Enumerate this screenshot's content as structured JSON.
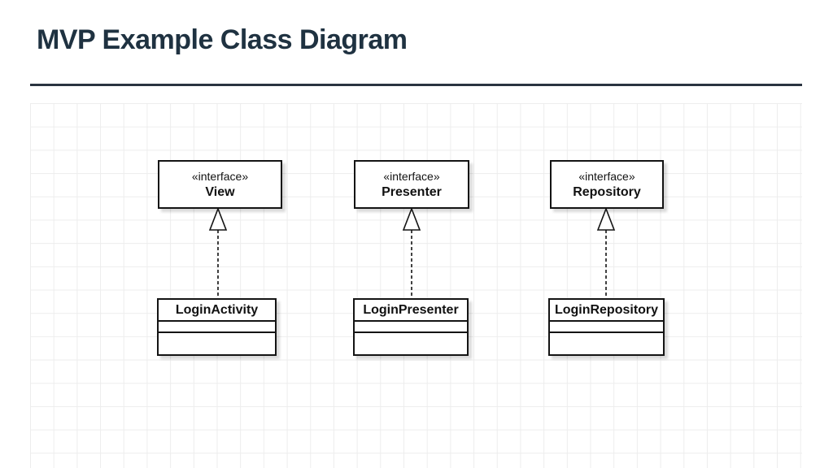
{
  "page": {
    "title": "MVP Example Class Diagram"
  },
  "colors": {
    "title_text": "#1f3241",
    "divider": "#2a3440",
    "grid_line": "#ededed",
    "node_border": "#141414",
    "node_fill": "#ffffff",
    "page_background": "#ffffff"
  },
  "diagram": {
    "interfaces": [
      {
        "stereotype": "«interface»",
        "name": "View"
      },
      {
        "stereotype": "«interface»",
        "name": "Presenter"
      },
      {
        "stereotype": "«interface»",
        "name": "Repository"
      }
    ],
    "classes": [
      {
        "name": "LoginActivity"
      },
      {
        "name": "LoginPresenter"
      },
      {
        "name": "LoginRepository"
      }
    ],
    "relations": [
      {
        "from": "LoginActivity",
        "to": "View",
        "type": "realization"
      },
      {
        "from": "LoginPresenter",
        "to": "Presenter",
        "type": "realization"
      },
      {
        "from": "LoginRepository",
        "to": "Repository",
        "type": "realization"
      }
    ]
  }
}
